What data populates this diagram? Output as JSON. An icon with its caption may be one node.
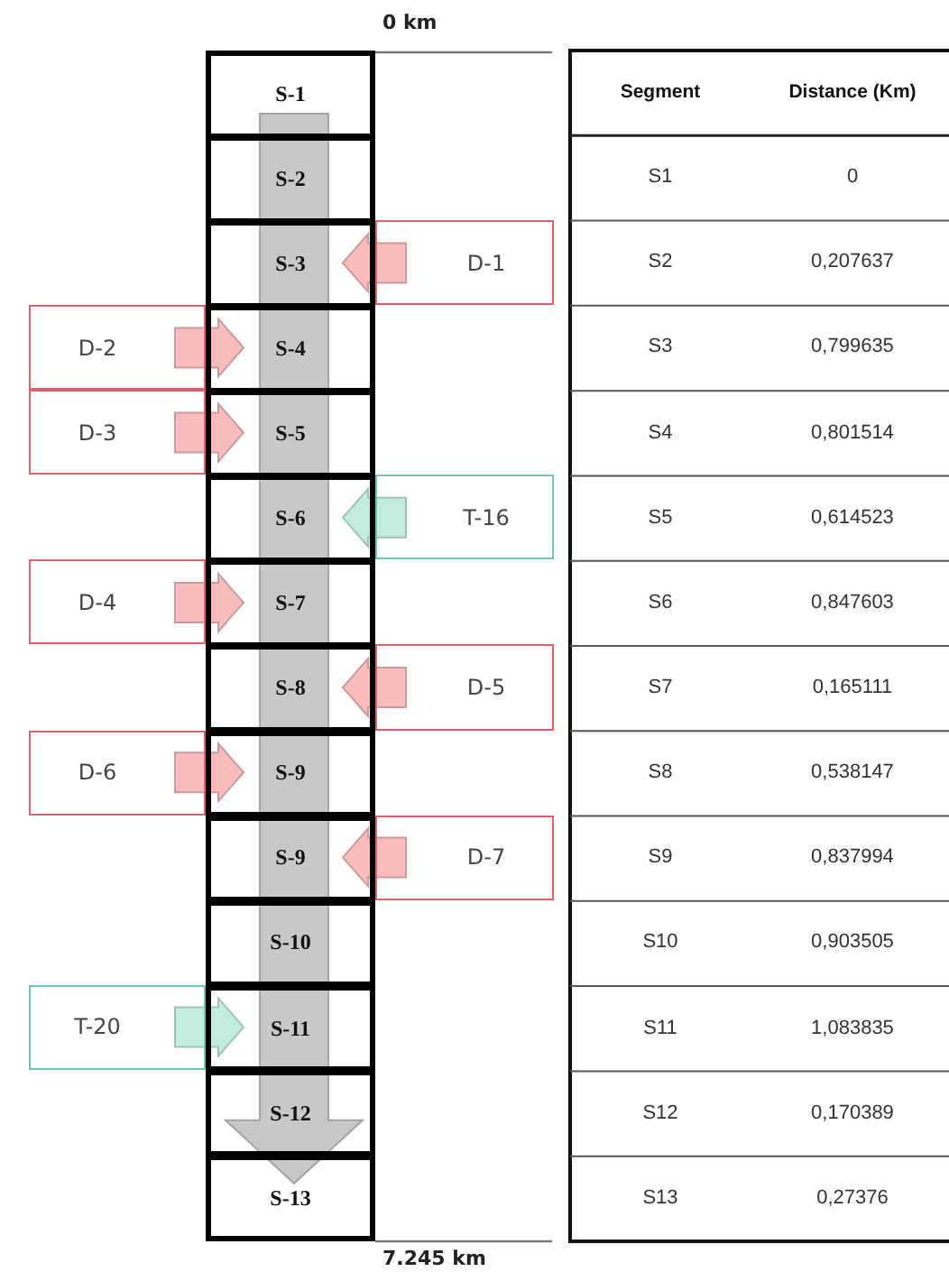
{
  "diagram": {
    "nodes": [
      {
        "text": [
          "S-1"
        ]
      },
      {
        "text": [
          "S-2"
        ]
      },
      {
        "text": [
          "S-3"
        ]
      },
      {
        "text": [
          "S-4"
        ]
      },
      {
        "text": [
          "S-5"
        ]
      },
      {
        "text": [
          "S-6"
        ]
      },
      {
        "text": [
          "S-7"
        ]
      },
      {
        "text": [
          "S-8"
        ]
      },
      {
        "text": [
          "S-9"
        ]
      },
      {
        "text": [
          "S-9"
        ]
      },
      {
        "text": [
          "S-10"
        ]
      },
      {
        "text": [
          "S-11"
        ]
      },
      {
        "text": [
          "S-12"
        ]
      },
      {
        "text": [
          "S-13"
        ]
      },
      {
        "text": [
          "D-1"
        ]
      },
      {
        "text": [
          "D-2"
        ]
      },
      {
        "text": [
          "D-3"
        ]
      },
      {
        "text": [
          "T-16"
        ]
      },
      {
        "text": [
          "D-4"
        ]
      },
      {
        "text": [
          "D-5"
        ]
      },
      {
        "text": [
          "D-6"
        ]
      },
      {
        "text": [
          "D-7"
        ]
      },
      {
        "text": [
          "T-20"
        ]
      }
    ],
    "edges": [
      {
        "from": 0,
        "to": 13,
        "arrow": "to",
        "color": "#c8c8c8"
      },
      {
        "from": 14,
        "to": 2,
        "arrow": "to"
      },
      {
        "from": 15,
        "to": 3,
        "arrow": "to"
      },
      {
        "from": 16,
        "to": 4,
        "arrow": "to"
      },
      {
        "from": 17,
        "to": 5,
        "arrow": "to",
        "color": "#c2ecdc"
      },
      {
        "from": 18,
        "to": 6,
        "arrow": "to"
      },
      {
        "from": 19,
        "to": 7,
        "arrow": "to"
      },
      {
        "from": 20,
        "to": 8,
        "arrow": "to"
      },
      {
        "from": 21,
        "to": 9,
        "arrow": "to"
      },
      {
        "from": 22,
        "to": 11,
        "arrow": "to",
        "color": "#c2ecdc"
      }
    ],
    "labels": [
      "0 km",
      "Segment",
      "Distance (Km)",
      "S1",
      "0",
      "S2",
      "0,207637",
      "S3",
      "0,799635",
      "S4",
      "0,801514",
      "S5",
      "0,614523",
      "S6",
      "0,847603",
      "S7",
      "0,165111",
      "S8",
      "0,538147",
      "S9",
      "0,837994",
      "S10",
      "0,903505",
      "S11",
      "1,083835",
      "S12",
      "0,170389",
      "S13",
      "0,27376",
      "7.245 km"
    ]
  }
}
